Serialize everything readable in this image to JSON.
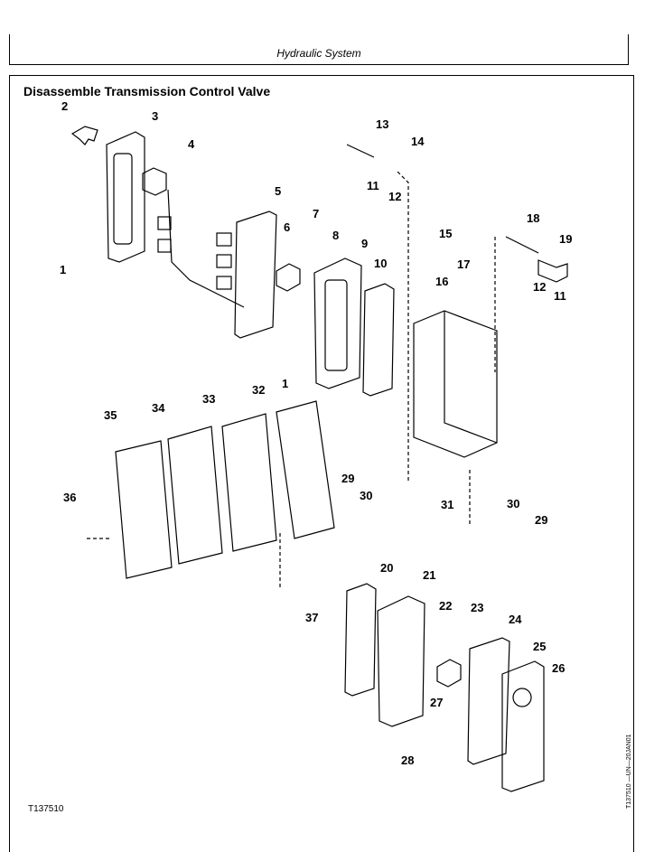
{
  "header": {
    "title": "Hydraulic System"
  },
  "section": {
    "title": "Disassemble Transmission Control Valve"
  },
  "figure": {
    "id": "T137510",
    "side_id": "T137510 —UN—20JAN01"
  },
  "callouts": [
    "1",
    "2",
    "3",
    "4",
    "5",
    "6",
    "7",
    "8",
    "9",
    "10",
    "11",
    "12",
    "13",
    "14",
    "15",
    "16",
    "17",
    "18",
    "19",
    "12",
    "11",
    "1",
    "20",
    "21",
    "22",
    "23",
    "24",
    "25",
    "26",
    "27",
    "28",
    "29",
    "30",
    "31",
    "30",
    "29",
    "32",
    "33",
    "34",
    "35",
    "36",
    "37"
  ]
}
